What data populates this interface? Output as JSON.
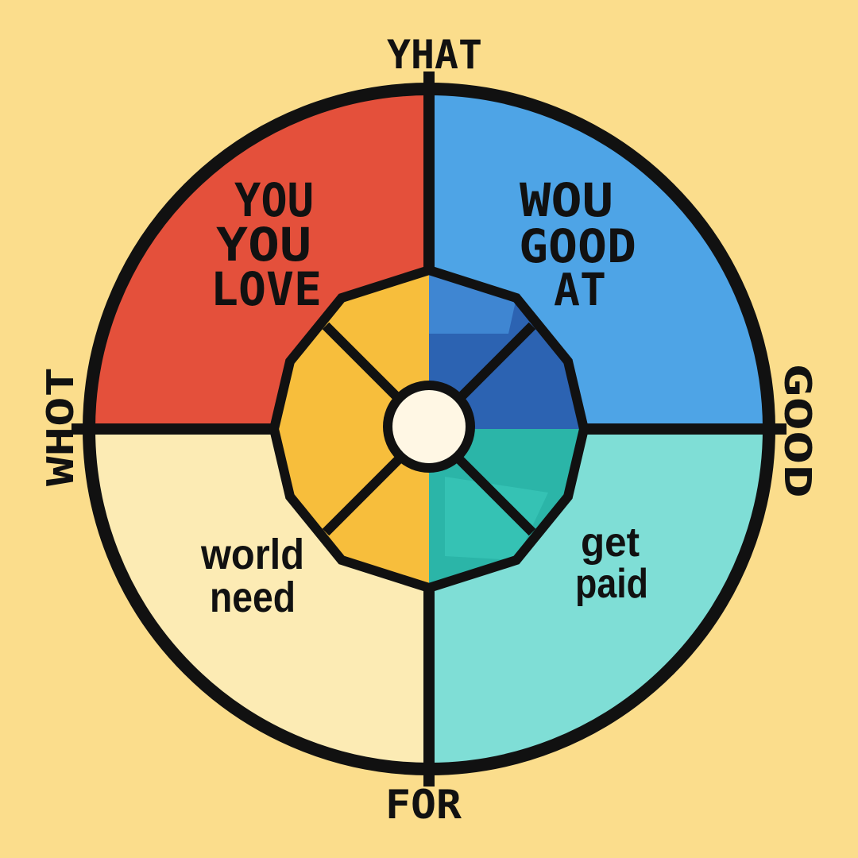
{
  "labels": {
    "top": "YHAT",
    "bottom": "FOR",
    "left": "WHOT",
    "right": "GOOD"
  },
  "quadrants": {
    "top_left": [
      "YOU",
      "YOU",
      "LOVE"
    ],
    "top_right": [
      "WOU",
      "GOOD",
      "AT"
    ],
    "bottom_left": [
      "world",
      "need"
    ],
    "bottom_right": [
      "get",
      "paid"
    ]
  },
  "colors": {
    "background": "#FBDD8C",
    "love": "#E4503B",
    "good": "#4EA4E6",
    "world": "#FCEBB4",
    "paid": "#7FDED6",
    "center_love": "#F7BE3C",
    "center_good": "#2C63B2",
    "center_paid": "#2BB5A8",
    "core": "#FFF7E4",
    "outline": "#111111"
  }
}
